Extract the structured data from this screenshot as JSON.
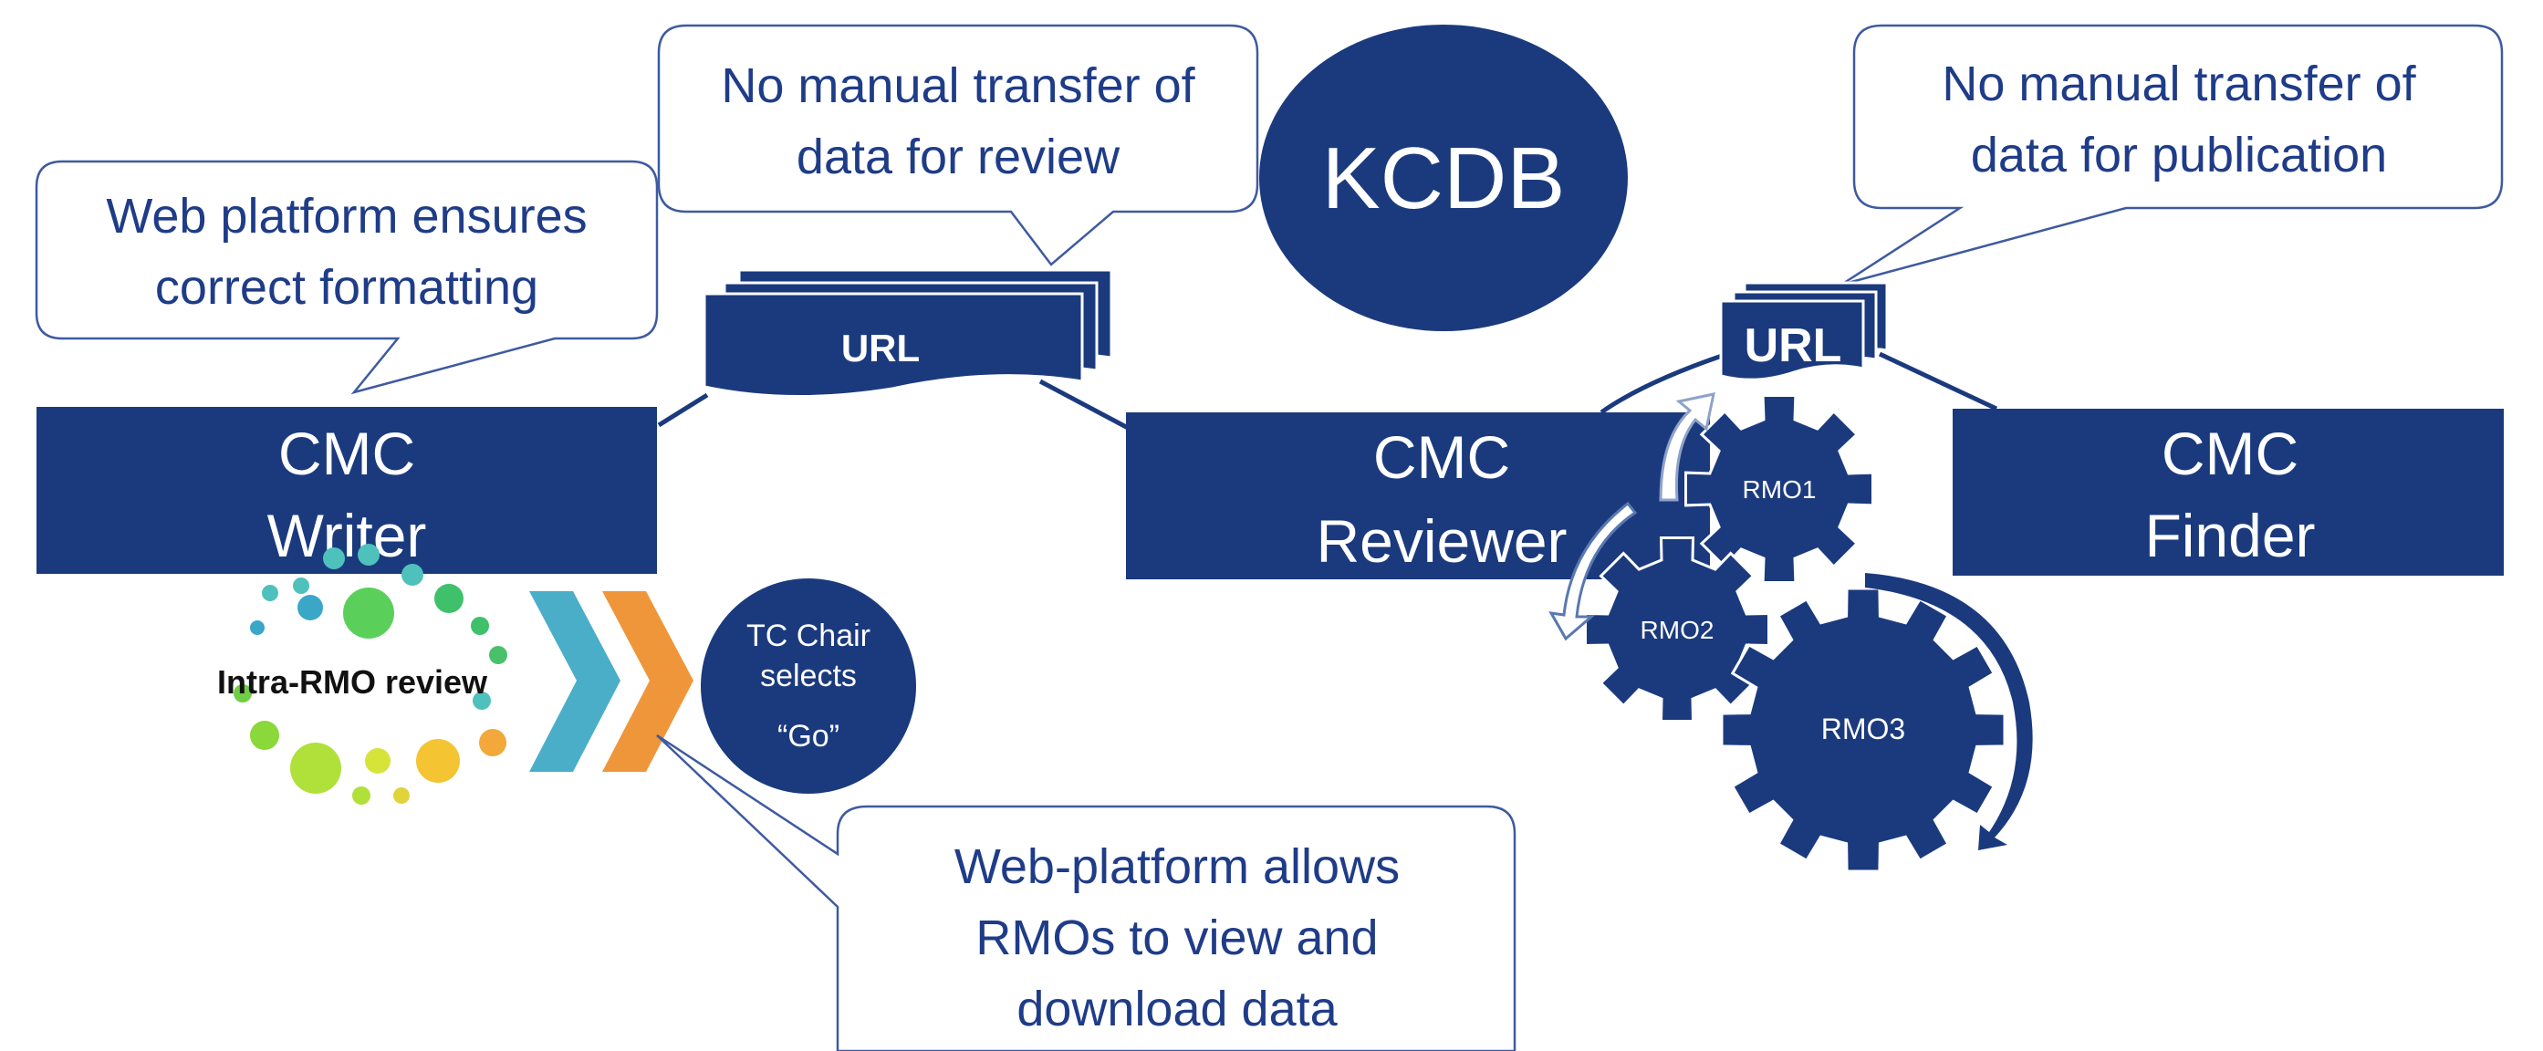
{
  "colors": {
    "primary": "#1b3a7e",
    "bubble_border": "#3e5aa0",
    "bubble_text": "#1f3c88",
    "chevron_teal": "#4aaec8",
    "chevron_orange": "#f0963a"
  },
  "bubbles": {
    "formatting": [
      "Web platform ensures",
      "correct formatting"
    ],
    "review_transfer": [
      "No manual transfer of",
      "data for review"
    ],
    "publication_transfer": [
      "No manual transfer of",
      "data for publication"
    ],
    "rmo_access": [
      "Web-platform allows",
      "RMOs to view and",
      "download data"
    ]
  },
  "kcdb": "KCDB",
  "url_labels": [
    "URL",
    "URL"
  ],
  "boxes": {
    "writer": [
      "CMC",
      "Writer"
    ],
    "reviewer": [
      "CMC",
      "Reviewer"
    ],
    "finder": [
      "CMC",
      "Finder"
    ]
  },
  "intra_rmo_review": "Intra-RMO review",
  "tc_chair": [
    "TC Chair",
    "selects",
    "“Go”"
  ],
  "gears": [
    "RMO1",
    "RMO2",
    "RMO3"
  ]
}
